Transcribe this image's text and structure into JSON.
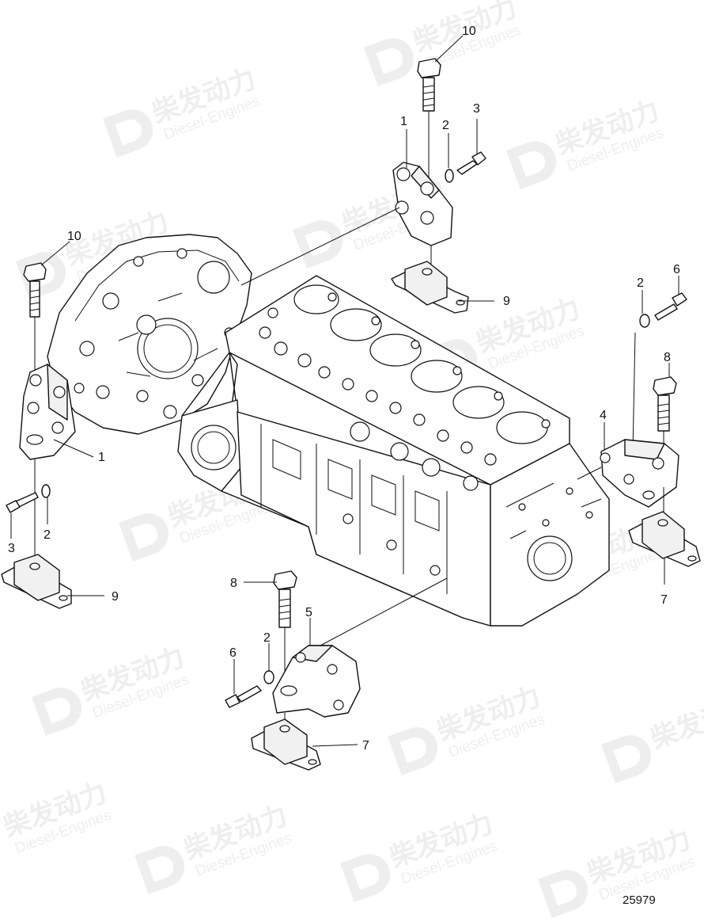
{
  "watermark": {
    "brand_cn": "柴发动力",
    "brand_en": "Diesel-Engines"
  },
  "callouts": {
    "c10_top": "10",
    "c1_top": "1",
    "c2_top": "2",
    "c3_top": "3",
    "c9_top": "9",
    "c10_left": "10",
    "c1_left": "1",
    "c3_left": "3",
    "c2_left": "2",
    "c9_left": "9",
    "c2_right": "2",
    "c6_right": "6",
    "c8_right": "8",
    "c4_right": "4",
    "c7_right": "7",
    "c8_bottom": "8",
    "c5_bottom": "5",
    "c2_bottom": "2",
    "c6_bottom": "6",
    "c7_bottom": "7"
  },
  "figure_number": "25979"
}
